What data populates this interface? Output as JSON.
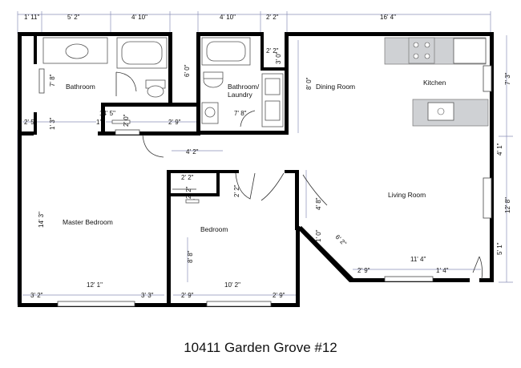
{
  "title": "10411 Garden Grove #12",
  "rooms": {
    "bathroom1": "Bathroom",
    "bathroom2_line1": "Bathroom/",
    "bathroom2_line2": "Laundry",
    "dining": "Dining Room",
    "kitchen": "Kitchen",
    "living": "Living Room",
    "master": "Master Bedroom",
    "bedroom": "Bedroom"
  },
  "dimensions": {
    "top_a": "1' 11\"",
    "top_b": "5' 2\"",
    "top_c": "4' 10\"",
    "top_d": "4' 10\"",
    "top_e": "2' 2\"",
    "top_f": "16' 4\"",
    "bath1_height": "7' 8\"",
    "bath2_height": "6' 0\"",
    "closet_w": "2' 2\"",
    "closet_h": "3' 0\"",
    "dining_h": "8' 0\"",
    "kitchen_h": "7' 3\"",
    "hall_1": "14' 5\"",
    "hall_2": "2' 0\"",
    "hall_3": "2' 5\"",
    "hall_4": "1' 3\"",
    "hall_5": "1'",
    "hall_6": "2' 9\"",
    "bath2_w": "7' 8\"",
    "hall_w": "4' 2\"",
    "liv_right_1": "4' 1\"",
    "liv_right_2": "12' 8\"",
    "liv_right_3": "5' 1\"",
    "master_h": "14' 3\"",
    "bed_closet_w": "2' 2\"",
    "bed_closet_h": "2' 2\"",
    "bed_door": "2' 2\"",
    "liv_diag_1": "4' 8\"",
    "liv_diag_2": "1' 0\"",
    "liv_diag_3": "6' 2\"",
    "bed_h": "8' 8\"",
    "liv_bot_1": "2' 9\"",
    "liv_bot_2": "11' 4\"",
    "liv_bot_3": "1' 4\"",
    "mb_bot_1": "3' 2\"",
    "mb_bot_2": "12' 1\"",
    "mb_bot_3": "3' 3\"",
    "bed_bot_1": "2' 9\"",
    "bed_bot_2": "10' 2\"",
    "bed_bot_3": "2' 9\""
  }
}
